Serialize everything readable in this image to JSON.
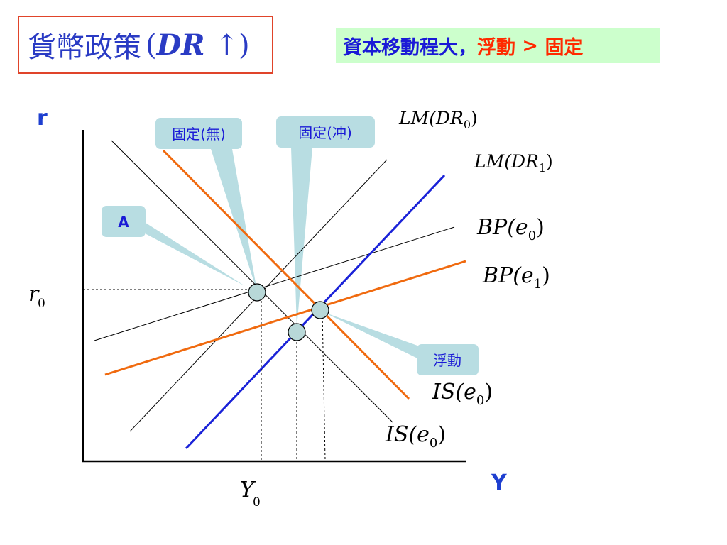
{
  "title": {
    "text": "貨幣政策",
    "open": "(",
    "math": "DR",
    "arrow": "↑",
    "close": ")"
  },
  "note": {
    "part1": "資本移動程大，",
    "part2": "浮動",
    "part3": " > ",
    "part4": "固定"
  },
  "axes": {
    "y_label": "r",
    "x_label": "Y",
    "r0_main": "r",
    "r0_sub": "0",
    "y0_main": "Y",
    "y0_sub": "0"
  },
  "curves": {
    "lm0": {
      "main": "LM(DR",
      "sub": "0",
      "close": ")"
    },
    "lm1": {
      "main": "LM(DR",
      "sub": "1",
      "close": ")"
    },
    "bp0": {
      "main": "BP(e",
      "sub": "0",
      "close": ")"
    },
    "bp1": {
      "main": "BP(e",
      "sub": "1",
      "close": ")"
    },
    "is_a": {
      "main": "IS(e",
      "sub": "0",
      "close": ")"
    },
    "is_b": {
      "main": "IS(e",
      "sub": "0",
      "close": ")"
    }
  },
  "callouts": {
    "fixed_none": "固定(無)",
    "fixed_offset": "固定(冲)",
    "a": "A",
    "floating": "浮動"
  },
  "colors": {
    "title_blue": "#2a3bc4",
    "title_border": "#e0442a",
    "note_bg": "#ccffcc",
    "axis_label_blue": "#1e3fd0",
    "orange": "#f06a0f",
    "blue_line": "#1a22d8",
    "callout_fill": "#b8dde2",
    "point_fill": "#b8d8d8"
  }
}
